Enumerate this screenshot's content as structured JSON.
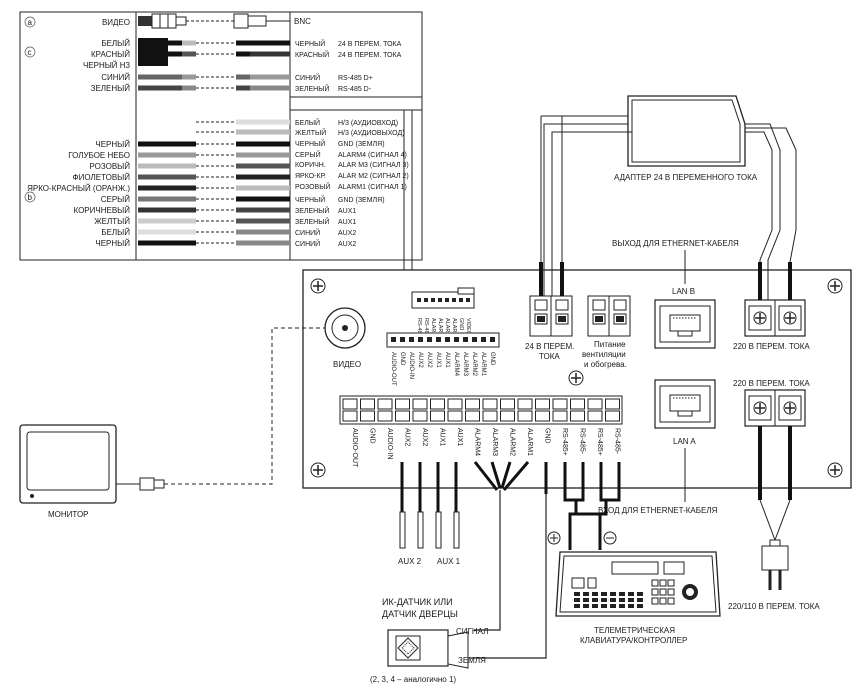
{
  "left_labels": {
    "a": "а",
    "c": "с",
    "b": "b",
    "video": "ВИДЕО",
    "white": "БЕЛЫЙ",
    "red": "КРАСНЫЙ",
    "black_nz": "ЧЕРНЫЙ Н3",
    "blue": "СИНИЙ",
    "green": "ЗЕЛЕНЫЙ",
    "black": "ЧЕРНЫЙ",
    "sky": "ГОЛУБОЕ НЕБО",
    "pink": "РОЗОВЫЙ",
    "violet": "ФИОЛЕТОВЫЙ",
    "bright_red": "ЯРКО-КРАСНЫЙ (ОРАНЖ.)",
    "gray": "СЕРЫЙ",
    "brown": "КОРИЧНЕВЫЙ",
    "yellow": "ЖЕЛТЫЙ",
    "white2": "БЕЛЫЙ",
    "black2": "ЧЕРНЫЙ"
  },
  "right_block": {
    "bnc": "BNC",
    "r1a": "ЧЕРНЫЙ",
    "r1b": "24 В ПЕРЕМ. ТОКА",
    "r2a": "КРАСНЫЙ",
    "r2b": "24 В ПЕРЕМ. ТОКА",
    "r3a": "СИНИЙ",
    "r3b": "RS-485 D+",
    "r4a": "ЗЕЛЕНЫЙ",
    "r4b": "RS-485 D-",
    "s1a": "БЕЛЫЙ",
    "s1b": "Н/3 (АУДИОВХОД)",
    "s2a": "ЖЕЛТЫЙ",
    "s2b": "Н/3 (АУДИОВЫХОД)",
    "s3a": "ЧЕРНЫЙ",
    "s3b": "GND (ЗЕМЛЯ)",
    "s4a": "СЕРЫЙ",
    "s4b": "ALARM4 (СИГНАЛ 4)",
    "s5a": "КОРИЧН.",
    "s5b": "ALAR M3 (СИГНАЛ 3)",
    "s6a": "ЯРКО-КР.",
    "s6b": "ALAR M2 (СИГНАЛ 2)",
    "s7a": "РОЗОВЫЙ",
    "s7b": "ALARM1 (СИГНАЛ 1)",
    "s8a": "ЧЕРНЫЙ",
    "s8b": "GND (ЗЕМЛЯ)",
    "s9a": "ЗЕЛЕНЫЙ",
    "s9b": "AUX1",
    "s10a": "ЗЕЛЕНЫЙ",
    "s10b": "AUX1",
    "s11a": "СИНИЙ",
    "s11b": "AUX2",
    "s12a": "СИНИЙ",
    "s12b": "AUX2"
  },
  "board": {
    "video": "ВИДЕО",
    "monitor": "МОНИТОР",
    "v24": "24 В ПЕРЕМ.",
    "v24b": "ТОКА",
    "fan1": "Питание",
    "fan2": "вентиляции",
    "fan3": "и обогрева.",
    "lanb": "LAN B",
    "lana": "LAN A",
    "v220a": "220 В ПЕРЕМ. ТОКА",
    "v220b": "220 В ПЕРЕМ. ТОКА",
    "adapter": "АДАПТЕР 24 В ПЕРЕМЕННОГО ТОКА",
    "eth_out": "ВЫХОД ДЛЯ ETHERNET-КАБЕЛЯ",
    "eth_in": "ВХОД ДЛЯ ETHERNET-КАБЕЛЯ",
    "aux2": "AUX 2",
    "aux1": "AUX 1",
    "sensor1": "ИК-ДАТЧИК ИЛИ",
    "sensor2": "ДАТЧИК ДВЕРЦЫ",
    "signal": "СИГНАЛ",
    "ground": "ЗЕМЛЯ",
    "similar": "(2, 3, 4 – аналогично 1)",
    "keyboard1": "ТЕЛЕМЕТРИЧЕСКАЯ",
    "keyboard2": "КЛАВИАТУРА/КОНТРОЛЛЕР",
    "mains": "220/110 В ПЕРЕМ. ТОКА"
  },
  "terminals": [
    "AUDIO-OUT",
    "GND",
    "AUDIO-IN",
    "AUX2",
    "AUX2",
    "AUX1",
    "AUX1",
    "ALARM4",
    "ALARM3",
    "ALARM2",
    "ALARM1",
    "GND",
    "RS-485+",
    "RS-485-",
    "RS-485+",
    "RS-485-"
  ],
  "small_connector_left": [
    "AUDIO-OUT",
    "GND",
    "AUDIO-IN",
    "AUX2",
    "AUX2",
    "AUX1",
    "AUX1",
    "ALARM4",
    "ALARM3",
    "ALARM2",
    "ALARM1",
    "GND"
  ],
  "small_connector_right": [
    "RS-485+",
    "RS-485-",
    "ALARM4",
    "ALARM3",
    "ALARM2",
    "ALARM1",
    "GND",
    "VIDEO"
  ]
}
